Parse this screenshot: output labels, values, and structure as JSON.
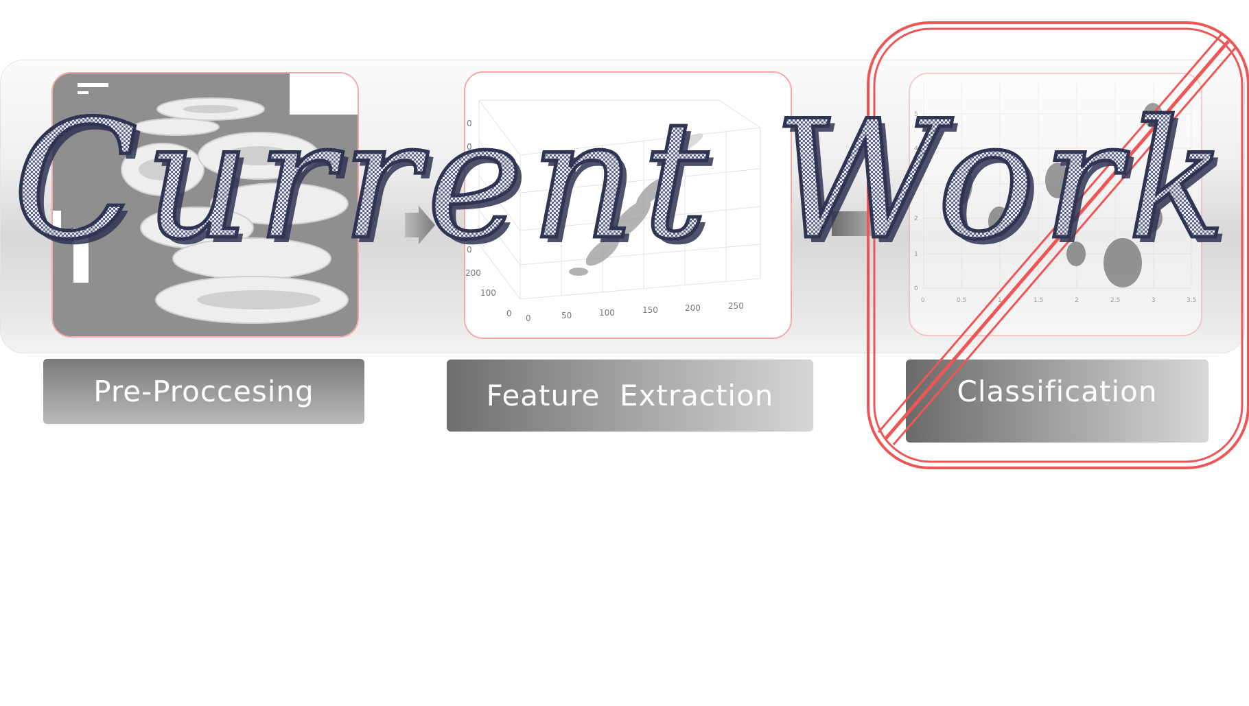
{
  "title": "Current Work",
  "stages": [
    {
      "label": "Pre-Proccesing"
    },
    {
      "label": "Feature  Extraction"
    },
    {
      "label": "Classification"
    }
  ],
  "feature_plot": {
    "x_ticks": [
      "0",
      "50",
      "100",
      "150",
      "200",
      "250"
    ],
    "y_ticks": [
      "0",
      "100",
      "200",
      "0",
      "0",
      "0"
    ]
  },
  "classification_plot": {
    "x_ticks": [
      "0",
      "0.5",
      "1",
      "1.5",
      "2",
      "2.5",
      "3",
      "3.5"
    ],
    "y_ticks": [
      "0",
      "1",
      "2",
      "3",
      "4",
      "5"
    ]
  },
  "colors": {
    "title_fill": "#7e86a8",
    "title_stroke": "#2f3452",
    "cross_red": "#ee5555",
    "panel_border": "#f4a9a9"
  }
}
